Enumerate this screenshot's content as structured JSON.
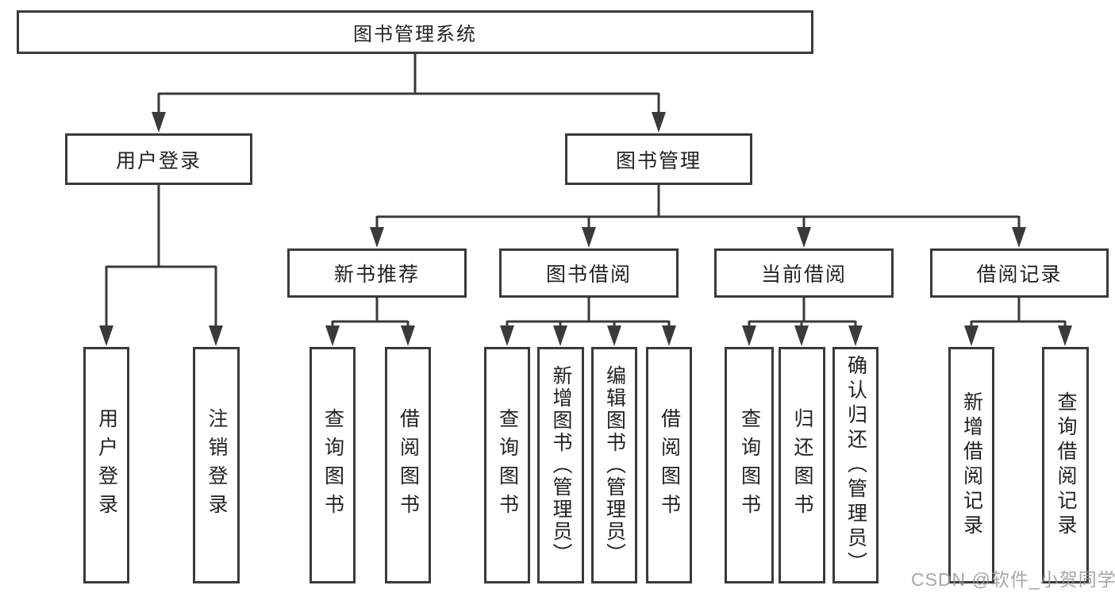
{
  "diagram": {
    "root": {
      "label": "图书管理系统"
    },
    "branches": [
      {
        "label": "用户登录",
        "children": [
          {
            "label": "用户登录"
          },
          {
            "label": "注销登录"
          }
        ]
      },
      {
        "label": "图书管理",
        "children": [
          {
            "label": "新书推荐",
            "children": [
              {
                "label": "查询图书"
              },
              {
                "label": "借阅图书"
              }
            ]
          },
          {
            "label": "图书借阅",
            "children": [
              {
                "label": "查询图书"
              },
              {
                "label": "新增图书（管理员）"
              },
              {
                "label": "编辑图书（管理员）"
              },
              {
                "label": "借阅图书"
              }
            ]
          },
          {
            "label": "当前借阅",
            "children": [
              {
                "label": "查询图书"
              },
              {
                "label": "归还图书"
              },
              {
                "label": "确认归还（管理员）"
              }
            ]
          },
          {
            "label": "借阅记录",
            "children": [
              {
                "label": "新增借阅记录"
              },
              {
                "label": "查询借阅记录"
              }
            ]
          }
        ]
      }
    ]
  },
  "watermark": {
    "text": "CSDN @软件_小贺同学"
  },
  "colors": {
    "line": "#3a3a3a",
    "box_border": "#3a3a3a",
    "box_fill": "#ffffff",
    "text": "#222222",
    "watermark": "#969696",
    "background": "#ffffff"
  }
}
